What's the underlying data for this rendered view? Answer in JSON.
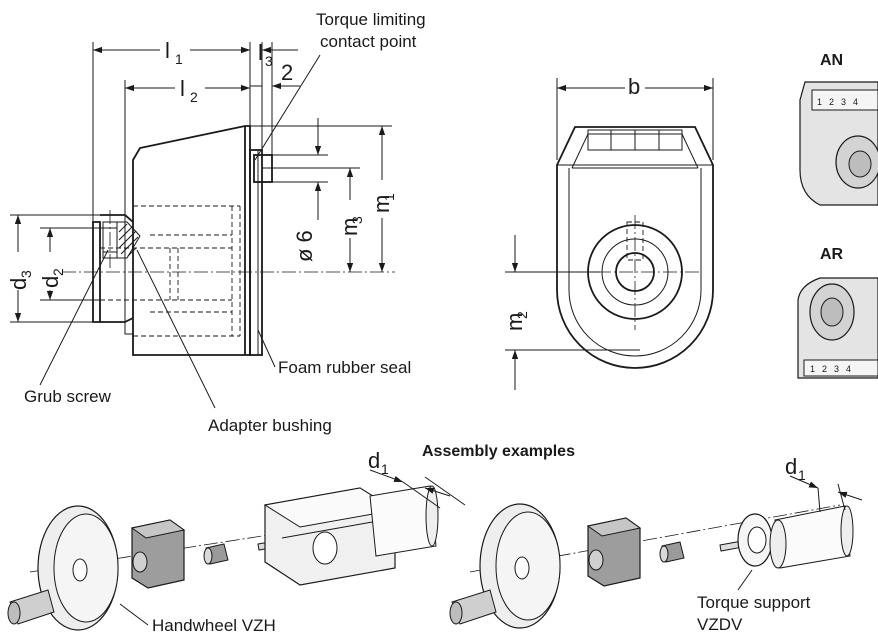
{
  "labels": {
    "torque_point": [
      "Torque limiting",
      "contact point"
    ],
    "foam_seal": "Foam rubber seal",
    "grub_screw": "Grub screw",
    "adapter_bushing": "Adapter bushing",
    "assembly_title": "Assembly examples",
    "handwheel": "Handwheel VZH",
    "torque_support": [
      "Torque support",
      "VZDV"
    ]
  },
  "dims": {
    "l1": {
      "main": "l",
      "sub": "1"
    },
    "l2": {
      "main": "l",
      "sub": "2"
    },
    "l3": {
      "main": "l",
      "sub": "3"
    },
    "two": "2",
    "phi6": "ø 6",
    "m1": {
      "main": "m",
      "sub": "1"
    },
    "m3": {
      "main": "m",
      "sub": "3"
    },
    "d3": {
      "main": "d",
      "sub": "3"
    },
    "d2": {
      "main": "d",
      "sub": "2"
    },
    "b": "b",
    "m2": {
      "main": "m",
      "sub": "2"
    },
    "d1_left": {
      "main": "d",
      "sub": "1"
    },
    "d1_right": {
      "main": "d",
      "sub": "1"
    }
  },
  "variants": {
    "an": "AN",
    "ar": "AR",
    "window_digits": [
      "1",
      "2",
      "3",
      "4"
    ]
  }
}
